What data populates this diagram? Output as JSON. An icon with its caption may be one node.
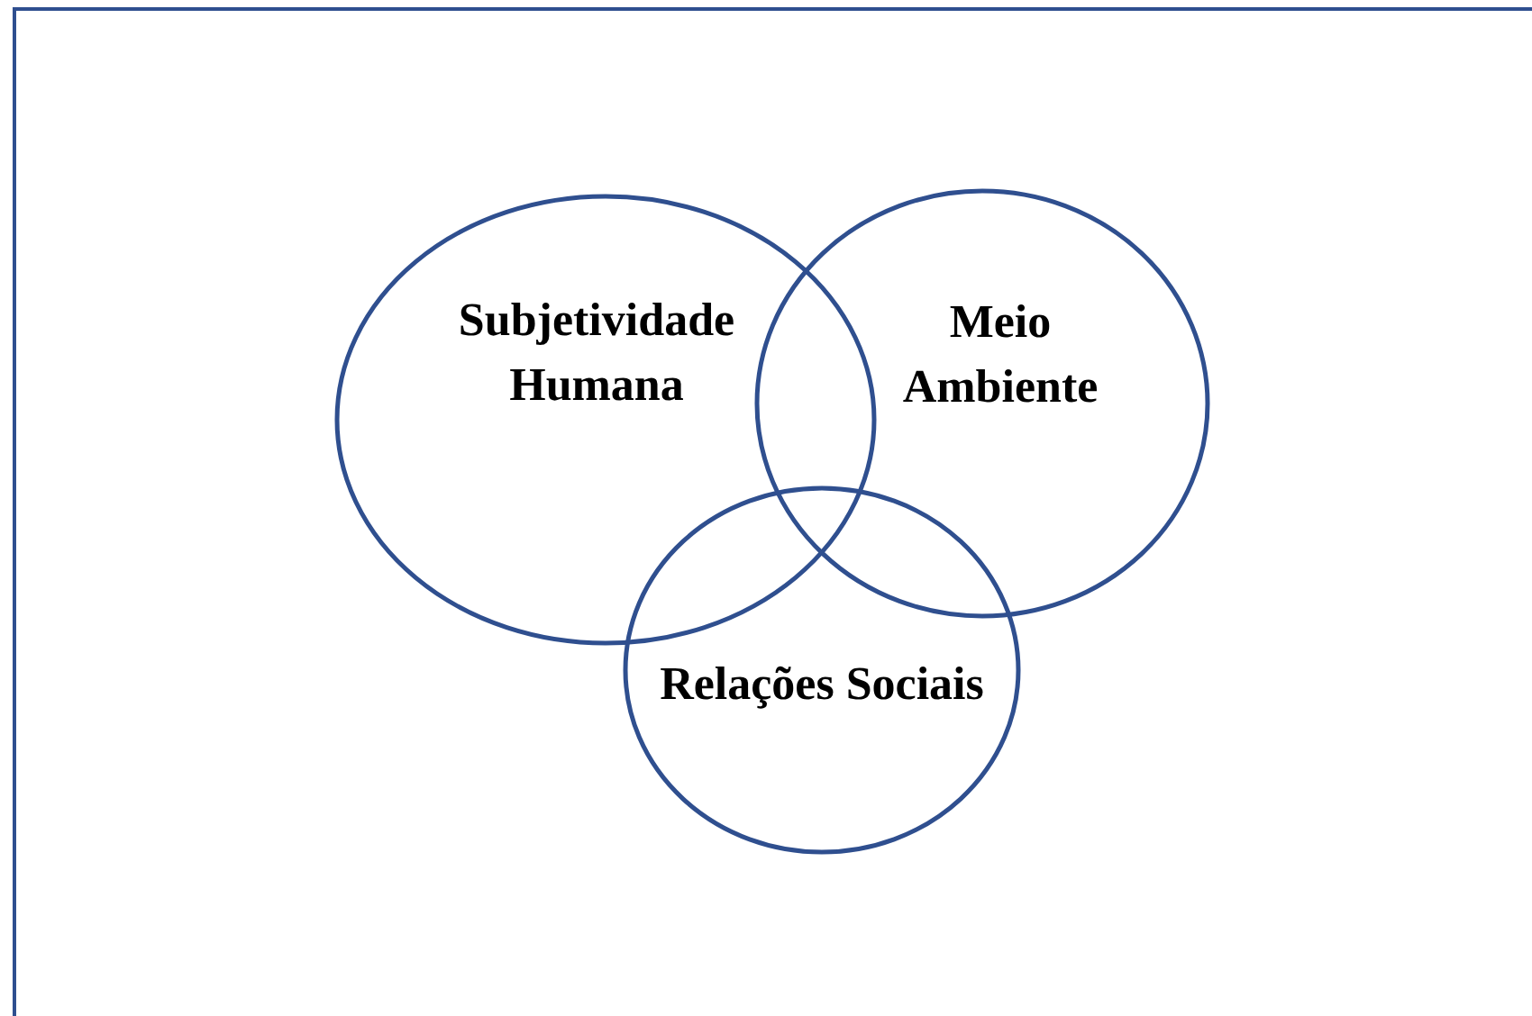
{
  "diagram": {
    "nodes": [
      {
        "text": [
          "Subjetividade Humana"
        ]
      },
      {
        "text": [
          "Meio Ambiente"
        ]
      },
      {
        "text": [
          "Relações Sociais"
        ]
      }
    ]
  }
}
